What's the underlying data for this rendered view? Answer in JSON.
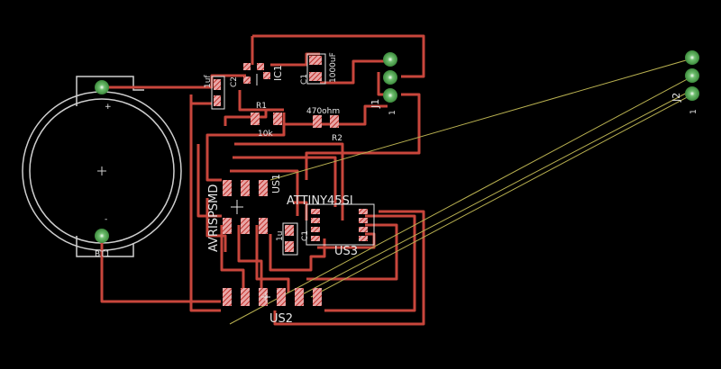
{
  "colors": {
    "background": "#000000",
    "trace": "#c8463c",
    "airwire": "#b8b050",
    "pad_fill": "#e8a6a6",
    "pad_hatch": "#c0302a",
    "via": "#6fbf6f",
    "silkscreen": "#e6e6e6",
    "outline": "#cfcfcf"
  },
  "labels": {
    "battery_plus": "+",
    "battery_minus": "-",
    "battery_name": "BT1",
    "cap_1uf": "1uf",
    "c2": "C2",
    "ic1": "IC1",
    "cap_1000uf": "1000uF",
    "c1": "C1",
    "j1": "J1",
    "j2": "J2",
    "r1": "R1",
    "r1_value": "10k",
    "r2_value": "470ohm",
    "r2": "R2",
    "us1": "US1",
    "avrisp": "AVRISPSMD",
    "attiny": "ATTINY45SI",
    "c1_bottom": "C1",
    "u_bottom": "1u",
    "us3": "US3",
    "us2": "US2",
    "pin_one_a": "1",
    "pin_one_b": "1"
  }
}
